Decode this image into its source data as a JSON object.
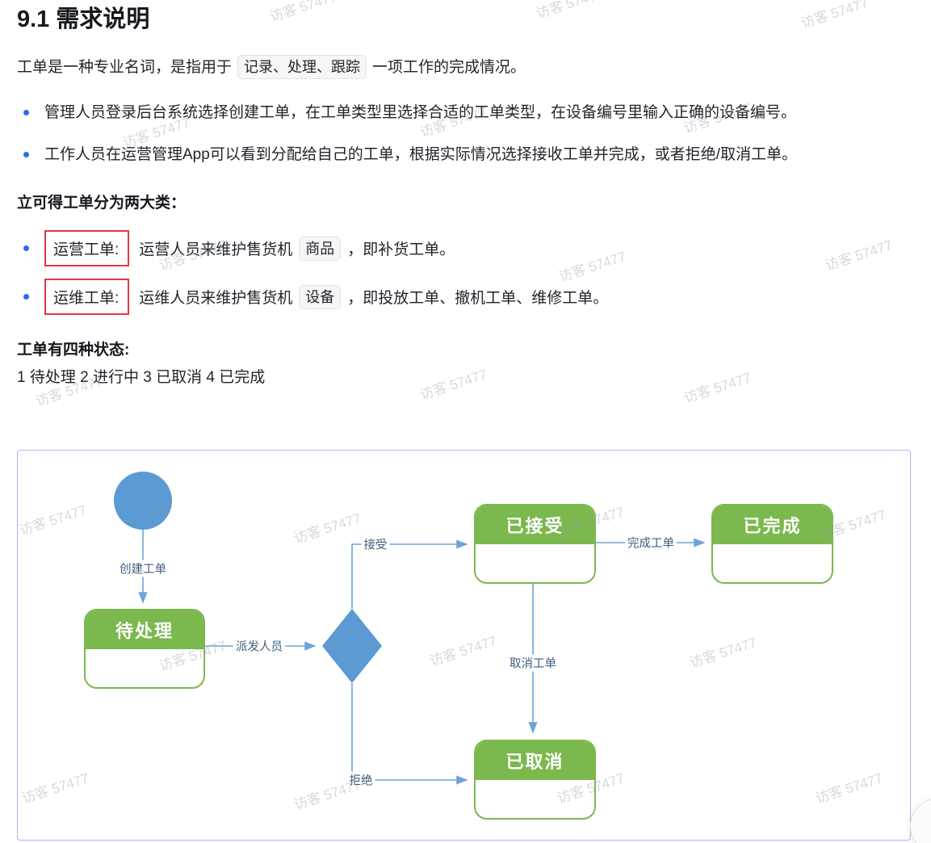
{
  "page": {
    "heading": "9.1 需求说明",
    "intro": {
      "pre": "工单是一种专业名词，是指用于",
      "code": "记录、处理、跟踪",
      "post": "一项工作的完成情况。"
    },
    "bullets1": [
      "管理人员登录后台系统选择创建工单，在工单类型里选择合适的工单类型，在设备编号里输入正确的设备编号。",
      "工作人员在运营管理App可以看到分配给自己的工单，根据实际情况选择接收工单并完成，或者拒绝/取消工单。"
    ],
    "section2_heading": "立可得工单分为两大类：",
    "bullets2": [
      {
        "label": "运营工单:",
        "pre": "运营人员来维护售货机",
        "code": "商品",
        "post": "，即补货工单。"
      },
      {
        "label": "运维工单:",
        "pre": "运维人员来维护售货机",
        "code": "设备",
        "post": "，即投放工单、撤机工单、维修工单。"
      }
    ],
    "section3_heading": "工单有四种状态:",
    "status_line": "1 待处理 2 进行中 3 已取消 4 已完成"
  },
  "diagram": {
    "nodes": {
      "pending": "待处理",
      "accepted": "已接受",
      "completed": "已完成",
      "cancelled": "已取消"
    },
    "edges": {
      "create": "创建工单",
      "dispatch": "派发人员",
      "accept": "接受",
      "complete": "完成工单",
      "cancel": "取消工单",
      "reject": "拒绝"
    },
    "colors": {
      "node_green": "#7bb84e",
      "shape_blue": "#5b9ad2",
      "line_blue": "#6fa3d8",
      "label_text": "#3d5f80",
      "container_border": "#a9b7ea",
      "red_box": "#e2373d",
      "bullet_blue": "#2e6be6"
    }
  },
  "watermark": {
    "text": "访客 57477"
  }
}
